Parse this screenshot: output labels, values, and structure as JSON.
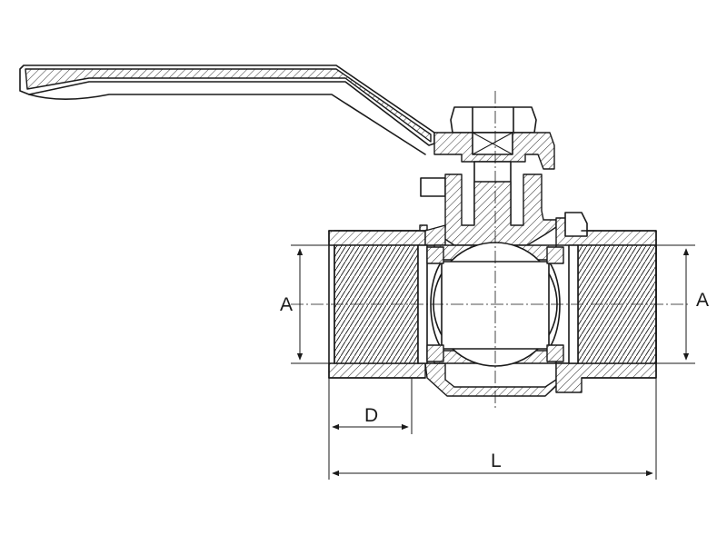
{
  "labels": {
    "dim_a_left": "A",
    "dim_a_right": "A",
    "dim_d": "D",
    "dim_l": "L"
  },
  "colors": {
    "line": "#1a1a1a",
    "background": "#ffffff"
  }
}
